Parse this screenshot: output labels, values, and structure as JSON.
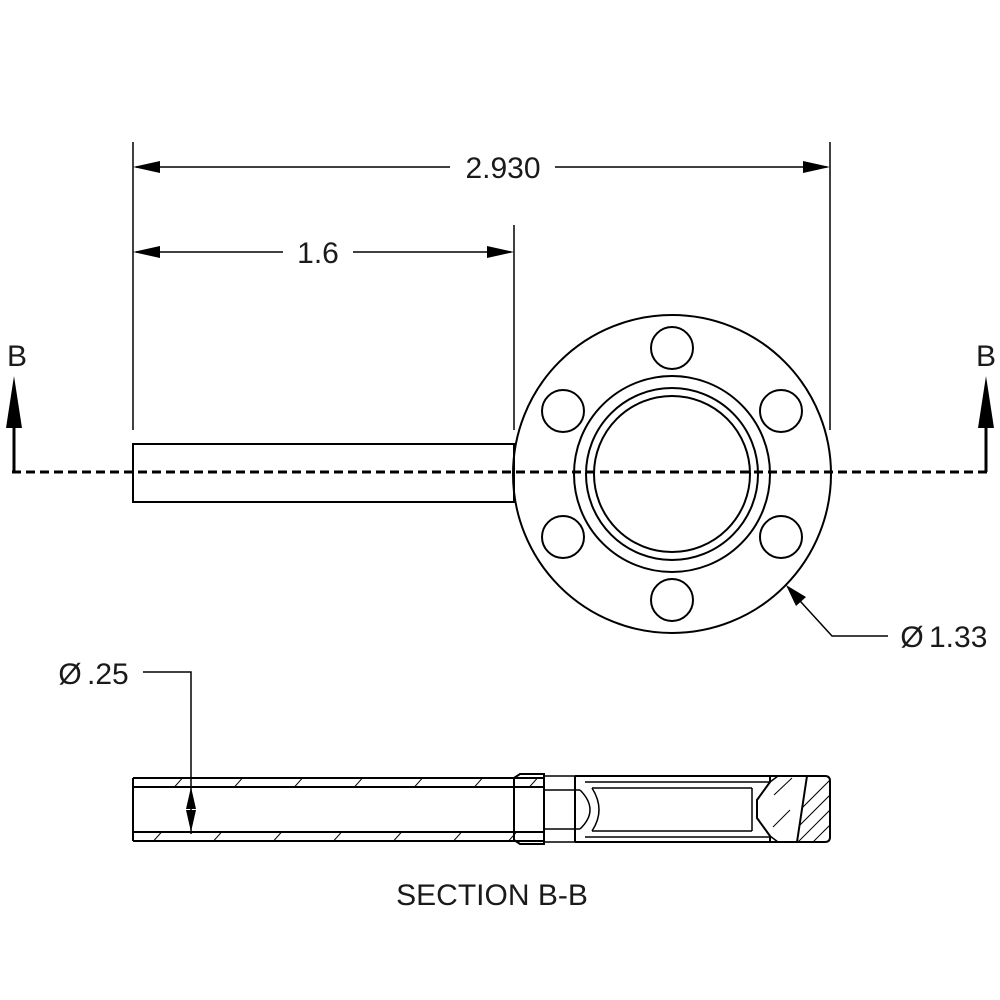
{
  "dimensions": {
    "overall_length": "2.930",
    "tube_length": "1.6",
    "flange_diameter": "1.33",
    "tube_diameter": ".25",
    "diameter_symbol": "Ø"
  },
  "section_marker": {
    "left_label": "B",
    "right_label": "B"
  },
  "section_title": "SECTION B-B",
  "bolt_hole_count": 6
}
